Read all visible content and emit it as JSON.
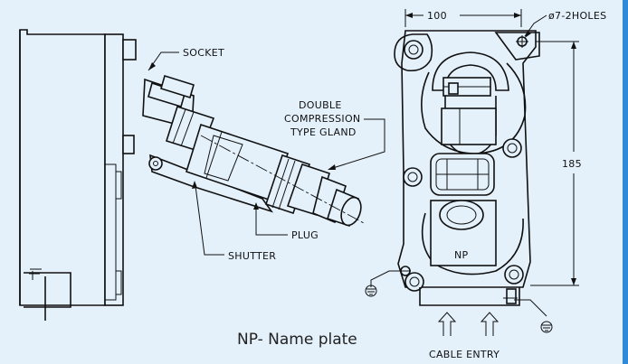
{
  "labels": {
    "socket": "SOCKET",
    "gland_line1": "DOUBLE",
    "gland_line2": "COMPRESSION",
    "gland_line3": "TYPE GLAND",
    "plug": "PLUG",
    "shutter": "SHUTTER",
    "np": "NP",
    "cable_entry": "CABLE ENTRY"
  },
  "dimensions": {
    "width": "100",
    "height": "185",
    "holes": "ø7-2HOLES"
  },
  "caption": "NP- Name plate"
}
